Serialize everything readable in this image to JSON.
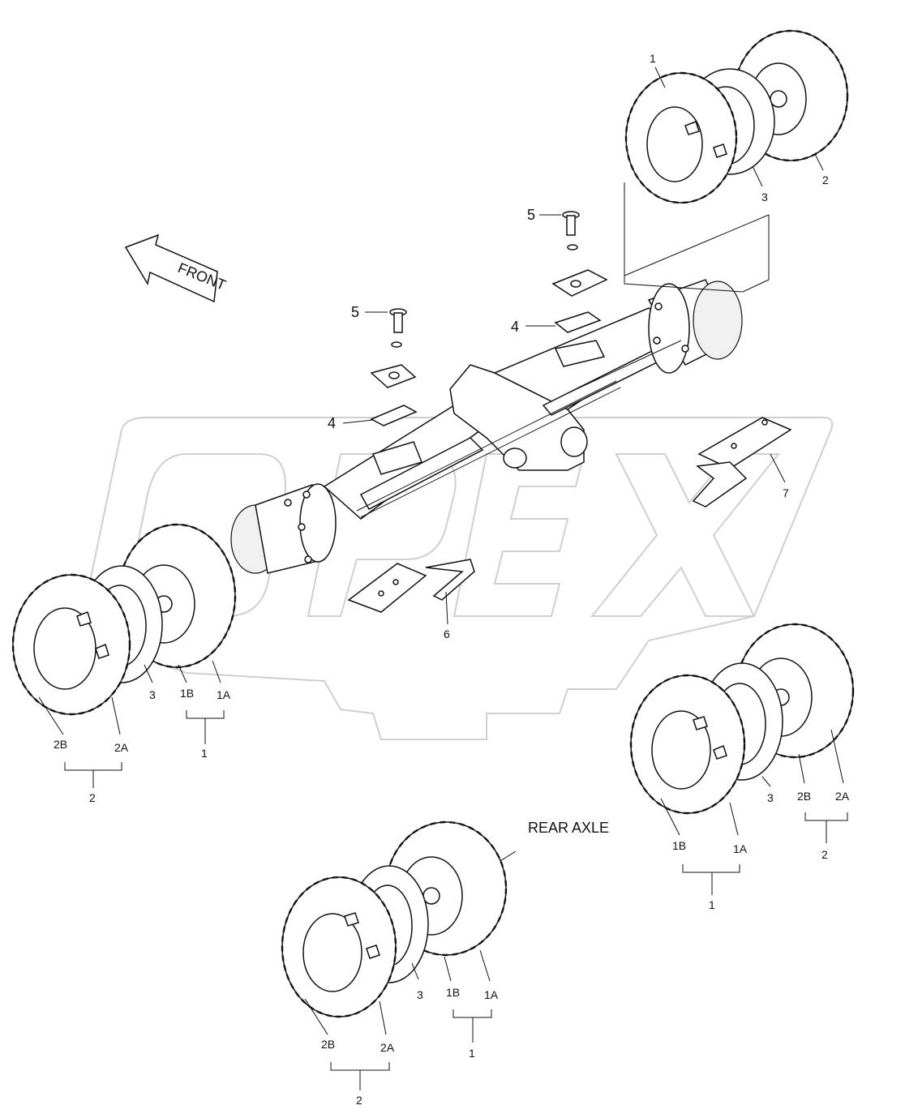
{
  "diagram": {
    "labels": {
      "front_arrow": "FRONT",
      "rear_axle": "REAR AXLE",
      "bolt_left": "5",
      "bolt_right": "5",
      "plate_left": "4",
      "plate_right": "4",
      "bracket_left": "6",
      "bracket_right": "7",
      "tr_group": "1",
      "tr_tire": "2",
      "tr_spacer": "3",
      "fl_spacer": "3",
      "fl_1b": "1B",
      "fl_1a": "1A",
      "fl_group1": "1",
      "fl_2b": "2B",
      "fl_2a": "2A",
      "fl_group2": "2",
      "mr_spacer": "3",
      "mr_2b": "2B",
      "mr_2a": "2A",
      "mr_group2": "2",
      "mr_1b": "1B",
      "mr_1a": "1A",
      "mr_group1": "1",
      "ra_spacer": "3",
      "ra_1b": "1B",
      "ra_1a": "1A",
      "ra_group1": "1",
      "ra_2b": "2B",
      "ra_2a": "2A",
      "ra_group2": "2"
    },
    "watermark": "OREX"
  }
}
